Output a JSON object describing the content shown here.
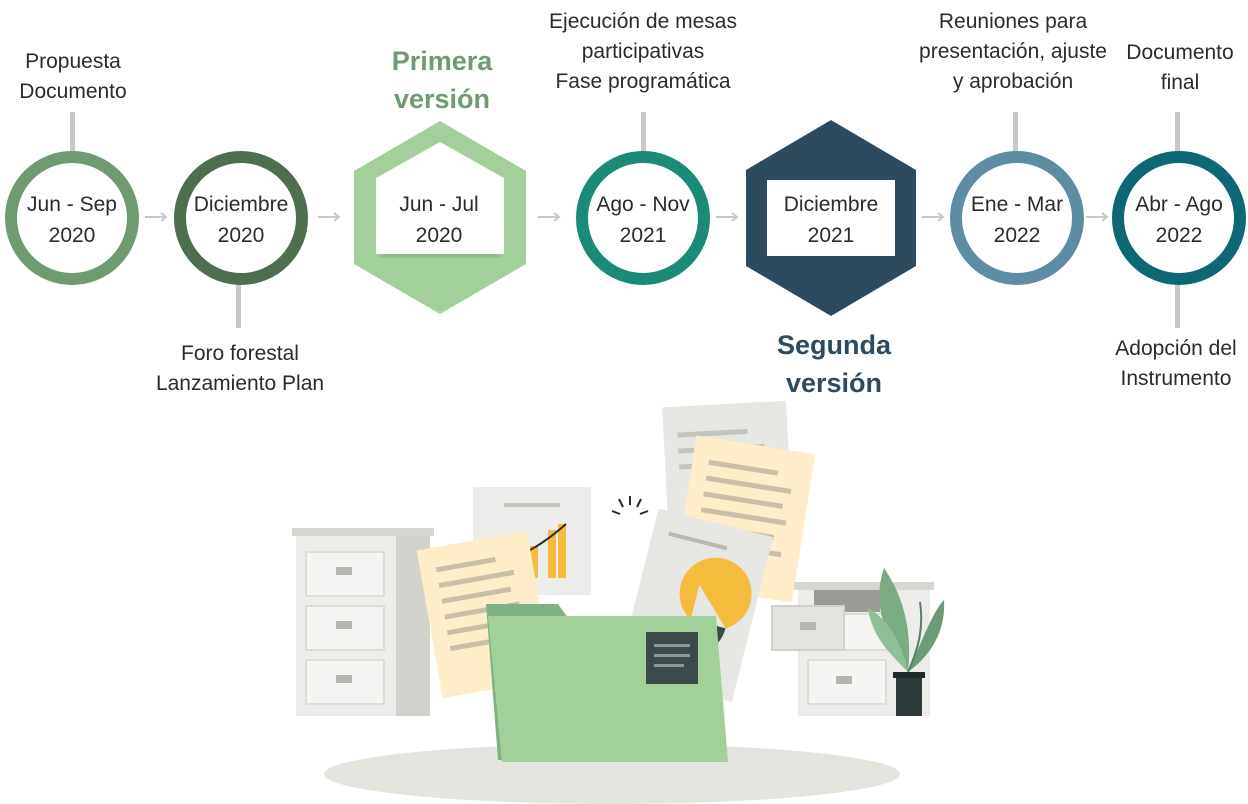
{
  "colors": {
    "ring_1": "#6f9a72",
    "ring_2": "#4f6e4f",
    "hex_primera": "#a3d09a",
    "ring_4": "#1b8b78",
    "hex_segunda": "#2d4a5f",
    "ring_6": "#5e8da3",
    "ring_7": "#0d6874",
    "connector": "#c8c8c8",
    "primera_text": "#6f9a72",
    "segunda_text": "#2d4a5f"
  },
  "milestones": [
    {
      "date_1": "Jun - Sep",
      "date_2": "2020"
    },
    {
      "date_1": "Diciembre",
      "date_2": "2020"
    },
    {
      "date_1": "Jun - Jul",
      "date_2": "2020"
    },
    {
      "date_1": "Ago - Nov",
      "date_2": "2021"
    },
    {
      "date_1": "Diciembre",
      "date_2": "2021"
    },
    {
      "date_1": "Ene - Mar",
      "date_2": "2022"
    },
    {
      "date_1": "Abr - Ago",
      "date_2": "2022"
    }
  ],
  "labels": {
    "propuesta": [
      "Propuesta",
      "Documento"
    ],
    "foro": [
      "Foro forestal",
      "Lanzamiento Plan"
    ],
    "ejecucion": [
      "Ejecución de mesas",
      "participativas",
      "Fase programática"
    ],
    "reuniones": [
      "Reuniones para",
      "presentación, ajuste",
      "y aprobación"
    ],
    "documento_final": [
      "Documento",
      "final"
    ],
    "adopcion": [
      "Adopción del",
      "Instrumento"
    ]
  },
  "versions": {
    "primera": [
      "Primera",
      "versión"
    ],
    "segunda": [
      "Segunda",
      "versión"
    ]
  },
  "illustration": {
    "name": "document-folder-illustration"
  }
}
